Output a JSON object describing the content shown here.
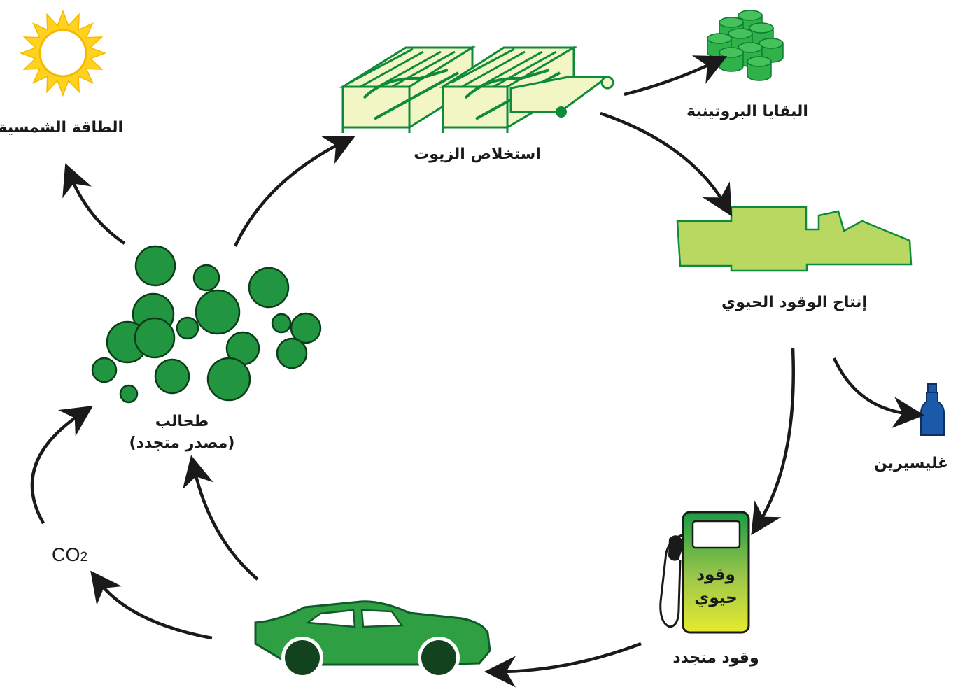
{
  "labels": {
    "solar_energy": "الطاقة الشمسية",
    "oil_extraction": "استخلاص الزيوت",
    "protein_residue": "البقايا البروتينية",
    "biofuel_production": "إنتاج الوقود الحيوي",
    "glycerin": "غليسيرين",
    "renewable_fuel": "وقود متجدد",
    "pump_line1": "وقود",
    "pump_line2": "حيوي",
    "algae": "طحالب",
    "algae_note": "(مصدر متجدد)",
    "co2_main": "CO",
    "co2_sub": "2"
  },
  "colors": {
    "dark_green": "#0e8a3c",
    "algae_green": "#219540",
    "light_green": "#b9d862",
    "pale_yellow": "#f2f5c4",
    "car_green": "#2ea043",
    "sun_yellow": "#ffd21f",
    "bottle_blue": "#1a5aa8",
    "arrow": "#1a1a1a"
  },
  "icons": [
    "sun-icon",
    "raceway-pond-icon",
    "protein-cakes-icon",
    "refinery-icon",
    "glycerin-bottle-icon",
    "fuel-pump-icon",
    "car-icon",
    "algae-cells-icon"
  ]
}
